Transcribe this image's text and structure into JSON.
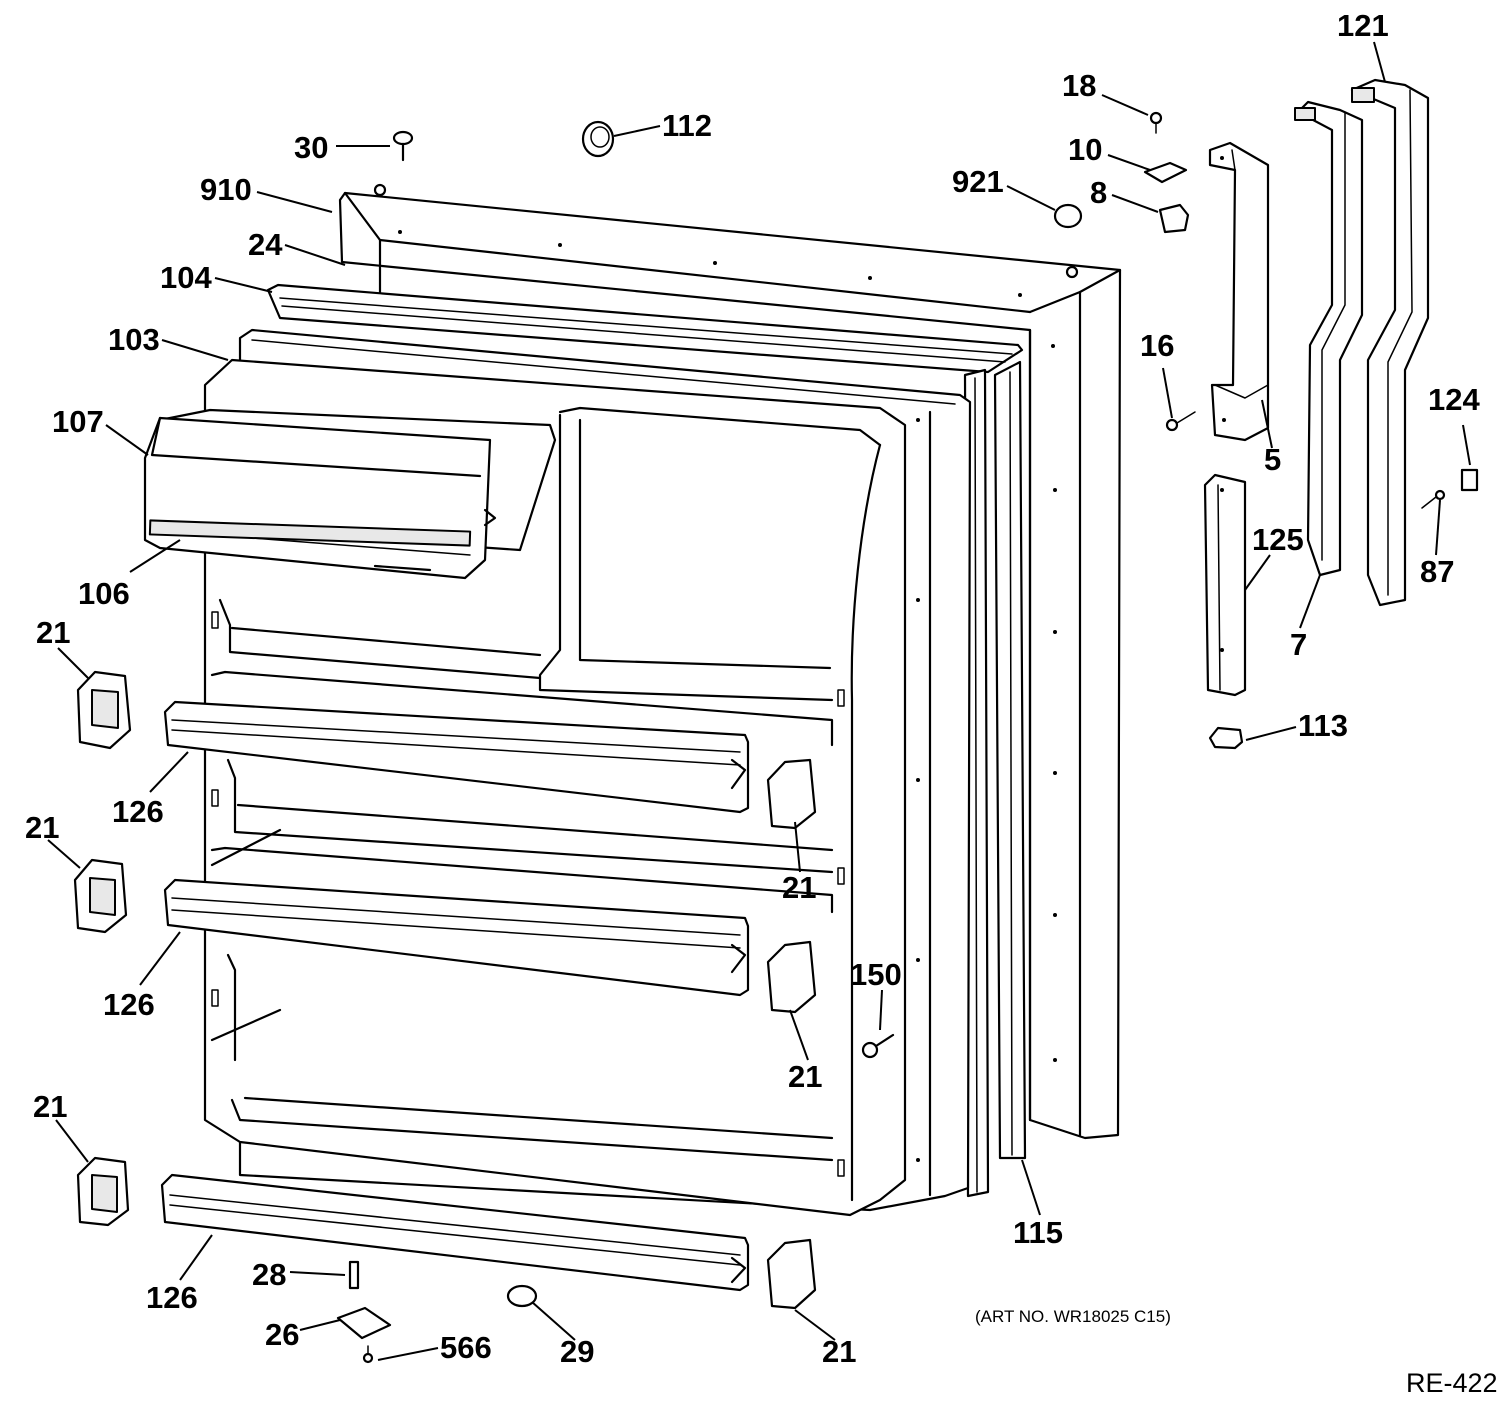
{
  "callouts": {
    "c121": "121",
    "c18": "18",
    "c10": "10",
    "c921": "921",
    "c8": "8",
    "c112": "112",
    "c30": "30",
    "c910": "910",
    "c24": "24",
    "c104": "104",
    "c103": "103",
    "c107": "107",
    "c106": "106",
    "c16": "16",
    "c5": "5",
    "c124": "124",
    "c125": "125",
    "c87": "87",
    "c7": "7",
    "c113": "113",
    "c21a": "21",
    "c126a": "126",
    "c21b": "21",
    "c21c": "21",
    "c126b": "126",
    "c150": "150",
    "c21d": "21",
    "c21e": "21",
    "c115": "115",
    "c126c": "126",
    "c28": "28",
    "c26": "26",
    "c566": "566",
    "c29": "29",
    "c21f": "21"
  },
  "art_number": "(ART NO. WR18025 C15)",
  "diagram_ref": "RE-422"
}
